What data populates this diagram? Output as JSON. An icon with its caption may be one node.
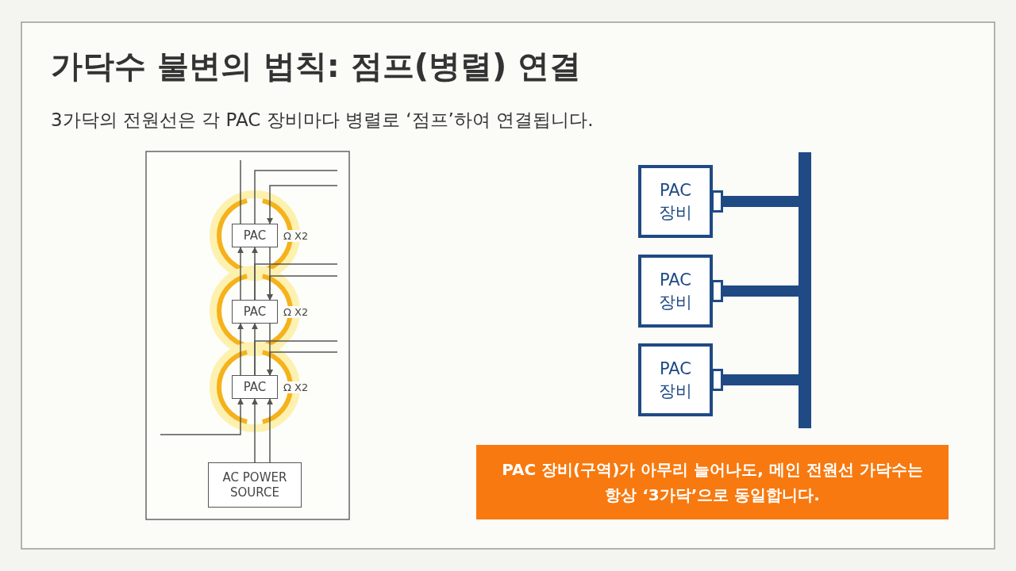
{
  "diagram": {
    "title": "가닥수 불변의 법칙: 점프(병렬) 연결",
    "nodes": [
      {
        "text": [
          "PAC"
        ],
        "beside": [
          "Ω X2"
        ]
      },
      {
        "text": [
          "PAC"
        ],
        "beside": [
          "Ω X2"
        ]
      },
      {
        "text": [
          "PAC"
        ],
        "beside": [
          "Ω X2"
        ]
      },
      {
        "text": [
          "AC POWER SOURCE"
        ]
      },
      {
        "text": [
          "PAC 장비"
        ]
      },
      {
        "text": [
          "PAC 장비"
        ]
      },
      {
        "text": [
          "PAC 장비"
        ]
      },
      {
        "text": [],
        "shape": "bar"
      },
      {
        "text": [
          "PAC 장비(구역)가 아무리 늘어나도, 메인 전원선 가닥수는 항상 ‘3가닥’으로 동일합니다."
        ]
      }
    ],
    "edges": [
      {
        "from": 1,
        "to": 0,
        "arrow": "to"
      },
      {
        "from": 1,
        "to": 0,
        "arrow": "to"
      },
      {
        "from": 2,
        "to": 1,
        "arrow": "to"
      },
      {
        "from": 2,
        "to": 1,
        "arrow": "to"
      },
      {
        "from": 3,
        "to": 2,
        "arrow": "to"
      },
      {
        "from": 3,
        "to": 2,
        "arrow": "to"
      },
      {
        "from": null,
        "to": 2,
        "arrow": "to"
      },
      {
        "from": null,
        "to": 0,
        "arrow": "to"
      },
      {
        "from": null,
        "to": 1,
        "arrow": "to"
      },
      {
        "from": null,
        "to": 2,
        "arrow": "to"
      },
      {
        "from": 0,
        "to": null,
        "arrow": "none"
      },
      {
        "from": 0,
        "to": null,
        "arrow": "none"
      },
      {
        "from": 4,
        "to": 7,
        "arrow": "other",
        "style": "thick",
        "color": "#1f4a84"
      },
      {
        "from": 5,
        "to": 7,
        "arrow": "other",
        "style": "thick",
        "color": "#1f4a84"
      },
      {
        "from": 6,
        "to": 7,
        "arrow": "other",
        "style": "thick",
        "color": "#1f4a84"
      },
      {
        "from": 0,
        "to": 1,
        "arrow": "to"
      },
      {
        "from": 1,
        "to": null,
        "arrow": "none"
      },
      {
        "from": 1,
        "to": 2,
        "arrow": "to"
      },
      {
        "from": 2,
        "to": null,
        "arrow": "none"
      }
    ],
    "labels": [
      "3가닥의 전원선은 각 PAC 장비마다 병렬로 ‘점프’하여 연결됩니다."
    ]
  }
}
